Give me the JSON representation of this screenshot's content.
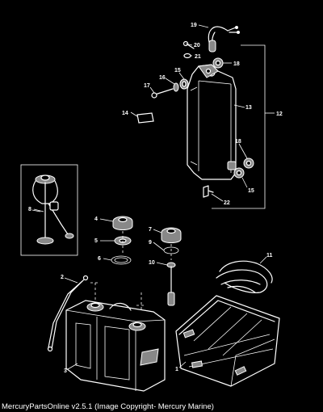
{
  "diagram": {
    "callouts": [
      "1",
      "2",
      "3",
      "4",
      "5",
      "6",
      "7",
      "8",
      "9",
      "10",
      "11",
      "12",
      "13",
      "14",
      "15",
      "15",
      "16",
      "17",
      "18",
      "18",
      "19",
      "20",
      "21",
      "22"
    ]
  },
  "caption": "MercuryPartsOnline v2.5.1 (Image Copyright- Mercury Marine)"
}
